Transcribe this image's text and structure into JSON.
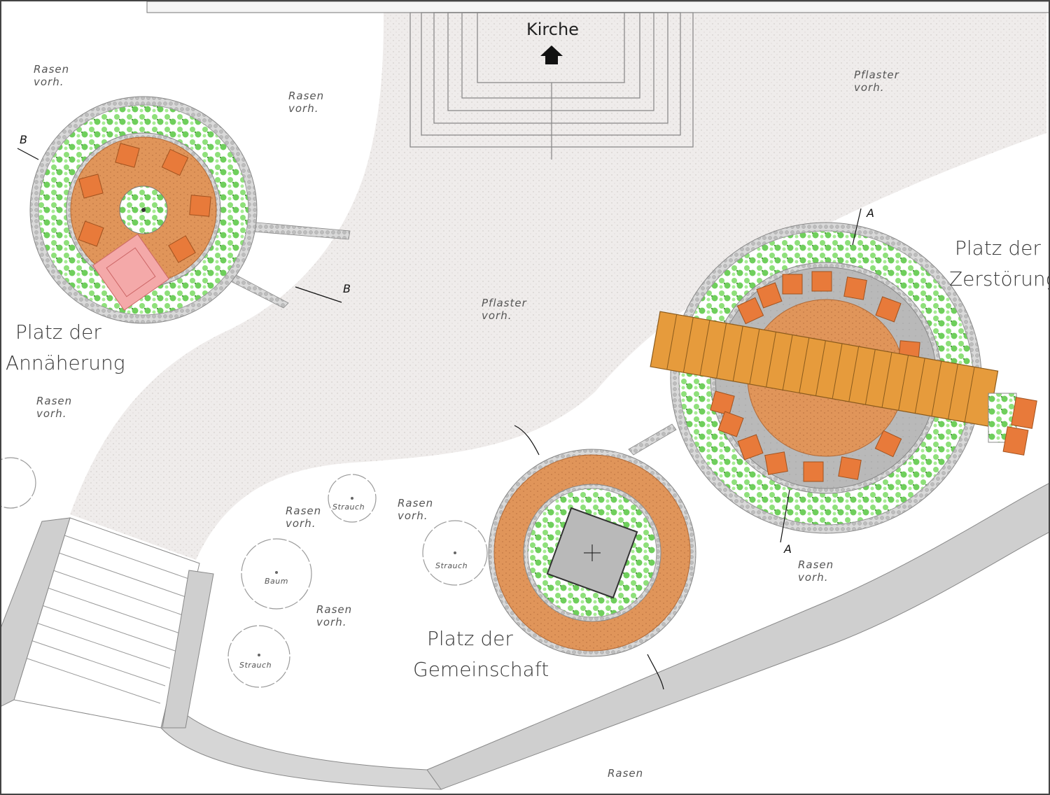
{
  "labels": {
    "kirche": "Kirche",
    "rasen_vorh_1": "Rasen",
    "rasen_vorh_1b": "vorh.",
    "rasen_vorh_2": "Rasen",
    "rasen_vorh_2b": "vorh.",
    "rasen_vorh_3": "Rasen",
    "rasen_vorh_3b": "vorh.",
    "rasen_vorh_4": "Rasen",
    "rasen_vorh_4b": "vorh.",
    "rasen_vorh_5": "Rasen",
    "rasen_vorh_5b": "vorh.",
    "rasen_vorh_6": "Rasen",
    "rasen_vorh_6b": "vorh.",
    "rasen_vorh_7": "Rasen",
    "rasen_vorh_7b": "vorh.",
    "pflaster_1": "Pflaster",
    "pflaster_1b": "vorh.",
    "pflaster_2": "Pflaster",
    "pflaster_2b": "vorh.",
    "rasen_bottom": "Rasen",
    "strauch_1": "Strauch",
    "strauch_2": "Strauch",
    "strauch_3": "Strauch",
    "baum": "Baum",
    "section_b1": "B",
    "section_b2": "B",
    "section_a1": "A",
    "section_a2": "A"
  },
  "places": {
    "annaeherung_line1": "Platz der",
    "annaeherung_line2": "Annäherung",
    "zerstoerung_line1": "Platz der",
    "zerstoerung_line2": "Zerstörung",
    "gemeinschaft_line1": "Platz der",
    "gemeinschaft_line2": "Gemeinschaft"
  },
  "colors": {
    "pavement": "#ece9e6",
    "lawn": "#ffffff",
    "terracotta": "#e0955a",
    "seat": "#e87a3a",
    "planting": "#7fd66a",
    "stone_ring": "#c8c8c8",
    "grey_plaza": "#b8b8b8",
    "wood_beam": "#e69b3c",
    "pink_block": "#f2a8a8",
    "wall": "#c7c7c7"
  }
}
